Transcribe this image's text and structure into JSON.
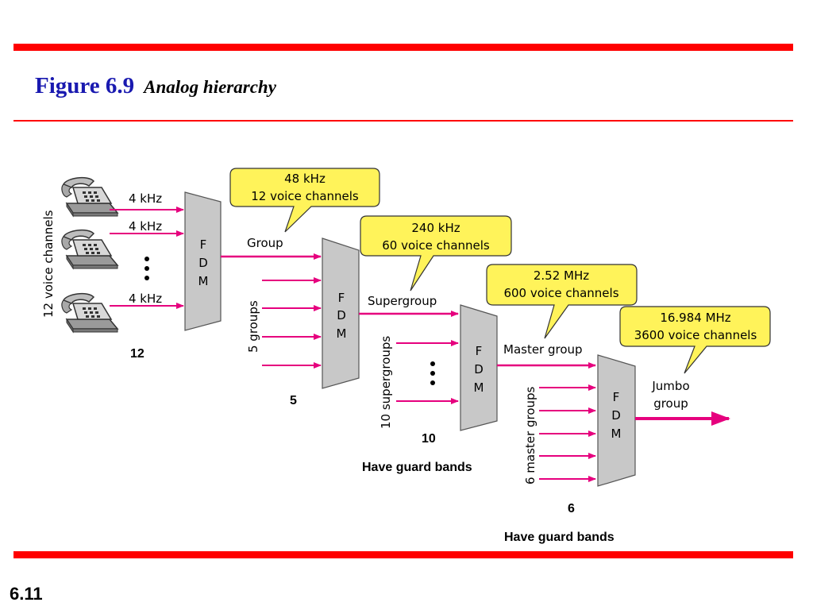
{
  "title": {
    "figure": "Figure 6.9",
    "subtitle": "Analog hierarchy"
  },
  "slide_number": "6.11",
  "colors": {
    "rule": "#ff0000",
    "arrow": "#e6007e",
    "callout": "#fff35a",
    "mux": "#c8c8c8",
    "title": "#1a1ab0"
  },
  "stage1": {
    "input_labels": [
      "4 kHz",
      "4 kHz",
      "4 kHz"
    ],
    "side_label": "12 voice channels",
    "mux_letters": [
      "F",
      "D",
      "M"
    ],
    "output_label": "Group",
    "callout": [
      "48 kHz",
      "12 voice channels"
    ],
    "count": "12",
    "icon": "telephone-icon"
  },
  "stage2": {
    "side_label": "5 groups",
    "mux_letters": [
      "F",
      "D",
      "M"
    ],
    "output_label": "Supergroup",
    "callout": [
      "240 kHz",
      "60 voice channels"
    ],
    "count": "5"
  },
  "stage3": {
    "side_label": "10 supergroups",
    "mux_letters": [
      "F",
      "D",
      "M"
    ],
    "output_label": "Master group",
    "callout": [
      "2.52 MHz",
      "600 voice channels"
    ],
    "count": "10",
    "note": "Have guard bands"
  },
  "stage4": {
    "side_label": "6 master groups",
    "mux_letters": [
      "F",
      "D",
      "M"
    ],
    "output_label": [
      "Jumbo",
      "group"
    ],
    "callout": [
      "16.984 MHz",
      "3600 voice channels"
    ],
    "count": "6",
    "note": "Have guard bands"
  }
}
